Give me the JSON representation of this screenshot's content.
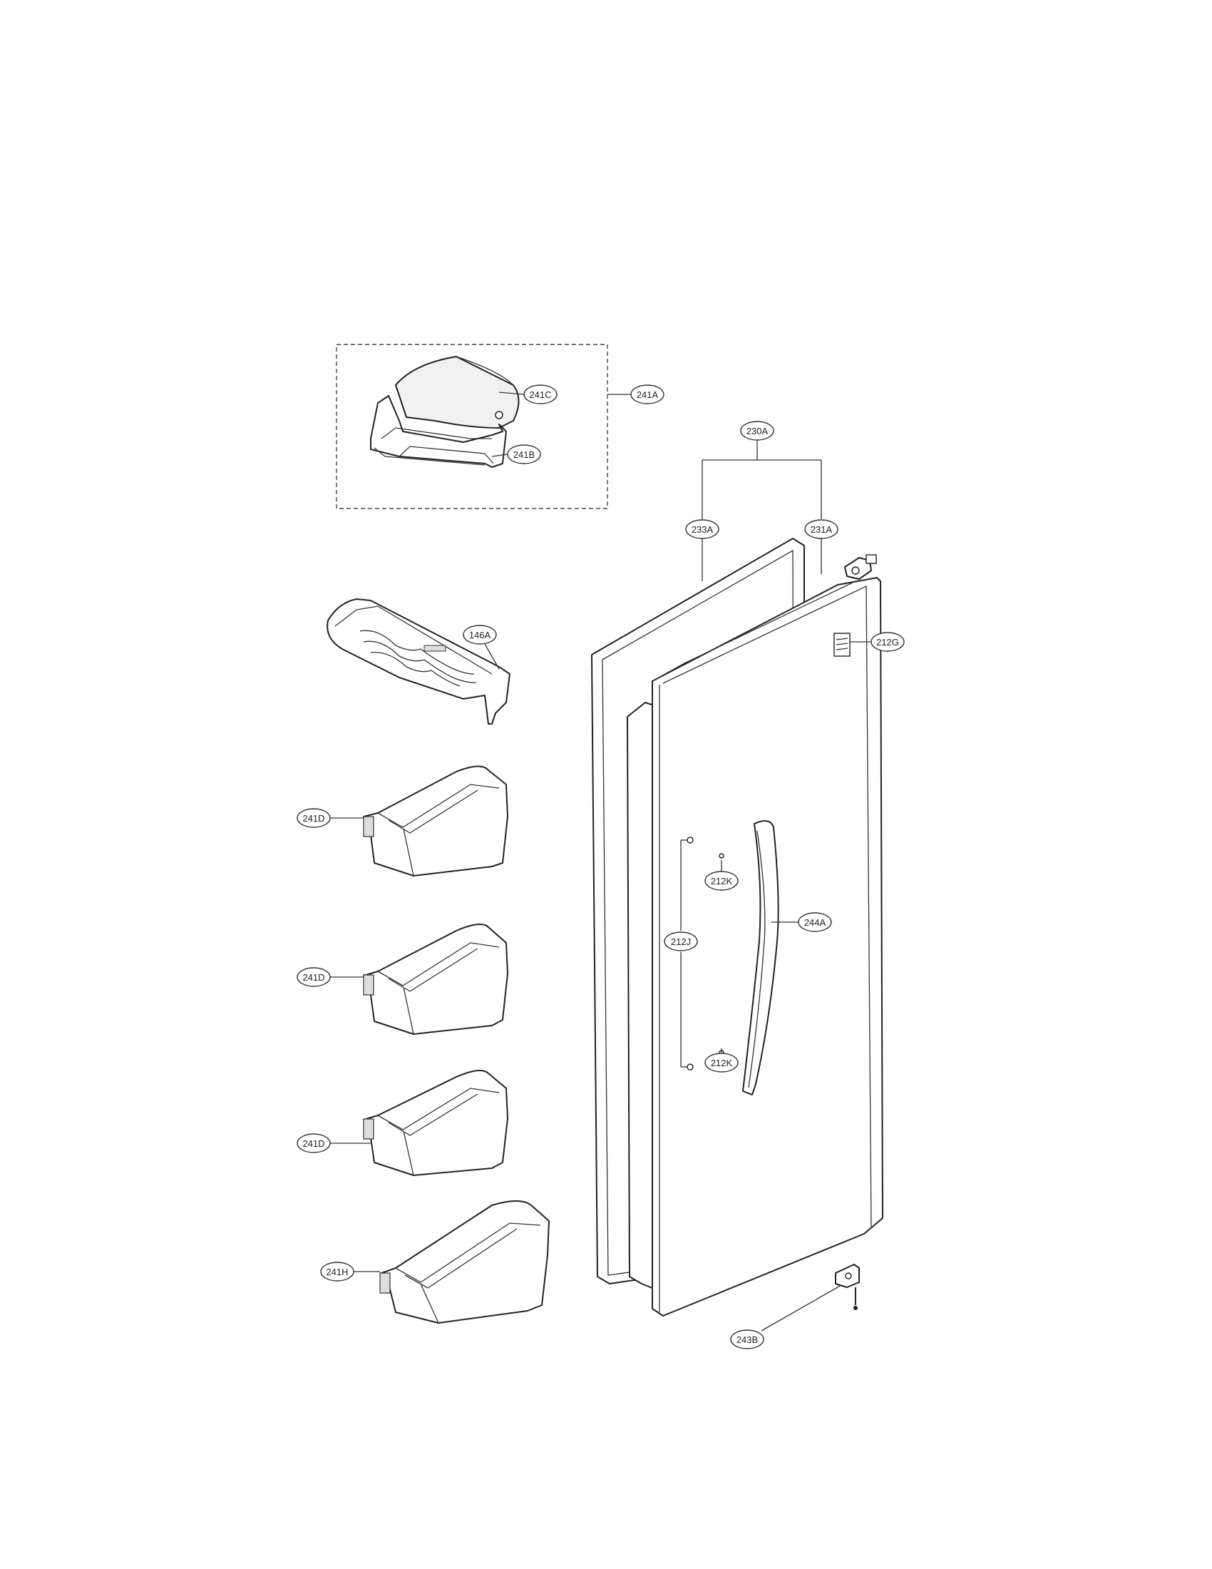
{
  "diagram": {
    "callouts": [
      {
        "id": "241A",
        "label": "241A"
      },
      {
        "id": "241C",
        "label": "241C"
      },
      {
        "id": "241B",
        "label": "241B"
      },
      {
        "id": "230A",
        "label": "230A"
      },
      {
        "id": "233A",
        "label": "233A"
      },
      {
        "id": "231A",
        "label": "231A"
      },
      {
        "id": "146A",
        "label": "146A"
      },
      {
        "id": "212G",
        "label": "212G"
      },
      {
        "id": "212K-upper",
        "label": "212K"
      },
      {
        "id": "241D-1",
        "label": "241D"
      },
      {
        "id": "244A",
        "label": "244A"
      },
      {
        "id": "212J",
        "label": "212J"
      },
      {
        "id": "241D-2",
        "label": "241D"
      },
      {
        "id": "212K-lower",
        "label": "212K"
      },
      {
        "id": "241D-3",
        "label": "241D"
      },
      {
        "id": "241H",
        "label": "241H"
      },
      {
        "id": "243B",
        "label": "243B"
      }
    ]
  }
}
